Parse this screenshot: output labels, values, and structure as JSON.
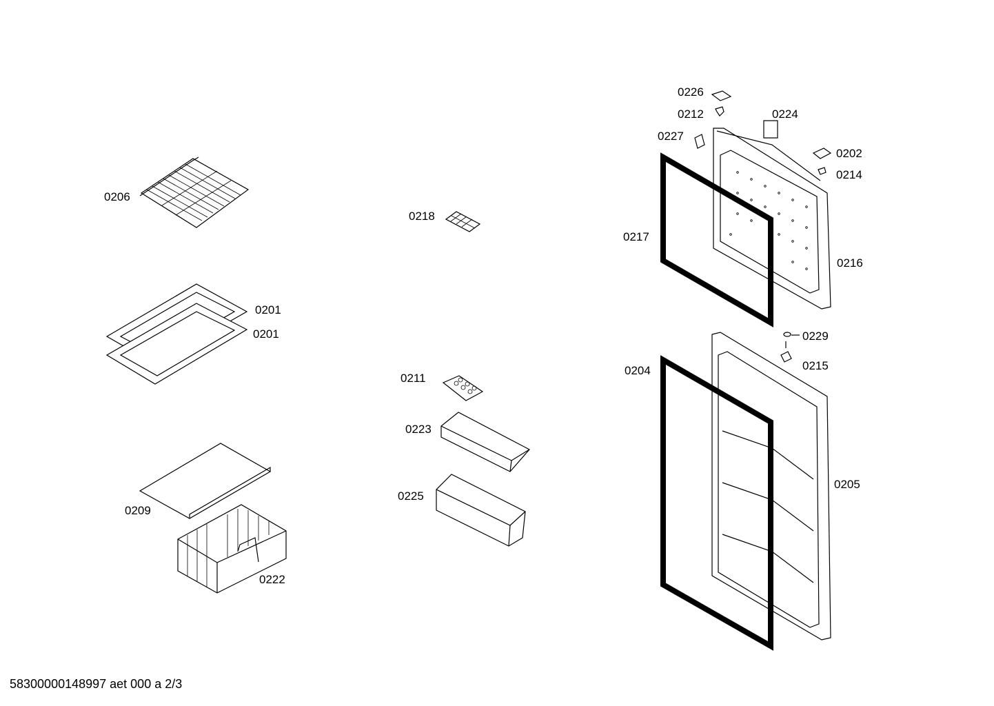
{
  "diagram": {
    "parts": [
      {
        "id": "0206",
        "label": "0206"
      },
      {
        "id": "0201a",
        "label": "0201"
      },
      {
        "id": "0201b",
        "label": "0201"
      },
      {
        "id": "0209",
        "label": "0209"
      },
      {
        "id": "0222",
        "label": "0222"
      },
      {
        "id": "0218",
        "label": "0218"
      },
      {
        "id": "0211",
        "label": "0211"
      },
      {
        "id": "0223",
        "label": "0223"
      },
      {
        "id": "0225",
        "label": "0225"
      },
      {
        "id": "0226",
        "label": "0226"
      },
      {
        "id": "0212",
        "label": "0212"
      },
      {
        "id": "0224",
        "label": "0224"
      },
      {
        "id": "0227",
        "label": "0227"
      },
      {
        "id": "0202",
        "label": "0202"
      },
      {
        "id": "0214",
        "label": "0214"
      },
      {
        "id": "0217",
        "label": "0217"
      },
      {
        "id": "0216",
        "label": "0216"
      },
      {
        "id": "0229",
        "label": "0229"
      },
      {
        "id": "0215",
        "label": "0215"
      },
      {
        "id": "0204",
        "label": "0204"
      },
      {
        "id": "0205",
        "label": "0205"
      }
    ],
    "footer": "58300000148997 aet 000 a 2/3"
  }
}
